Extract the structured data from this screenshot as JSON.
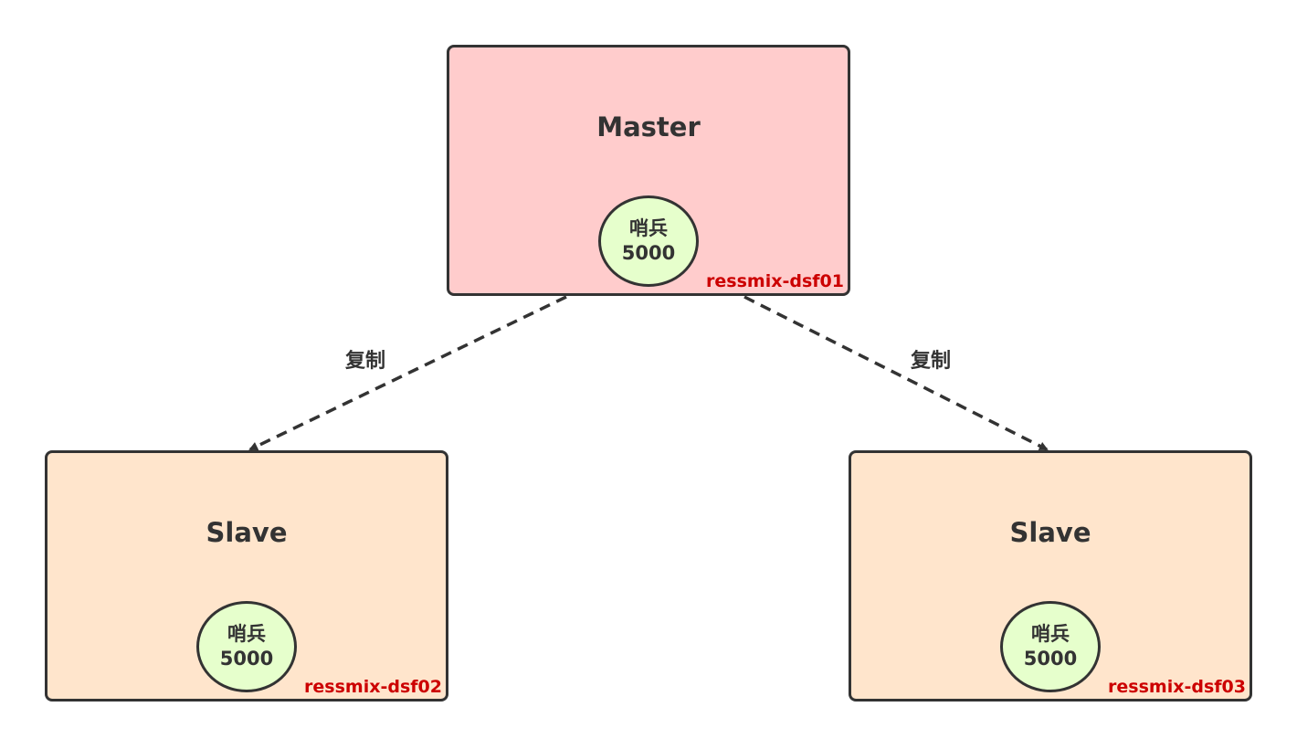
{
  "colors": {
    "master_fill": "#ffcccc",
    "slave_fill": "#ffe5cc",
    "sentinel_fill": "#e6ffcc",
    "border": "#333333",
    "host_label": "#cc0000"
  },
  "nodes": {
    "master": {
      "role": "Master",
      "sentinel_label": "哨兵",
      "sentinel_port": "5000",
      "host": "ressmix-dsf01"
    },
    "slave_left": {
      "role": "Slave",
      "sentinel_label": "哨兵",
      "sentinel_port": "5000",
      "host": "ressmix-dsf02"
    },
    "slave_right": {
      "role": "Slave",
      "sentinel_label": "哨兵",
      "sentinel_port": "5000",
      "host": "ressmix-dsf03"
    }
  },
  "edges": [
    {
      "from": "master",
      "to": "slave_left",
      "label": "复制",
      "style": "dashed",
      "arrow": "target"
    },
    {
      "from": "master",
      "to": "slave_right",
      "label": "复制",
      "style": "dashed",
      "arrow": "target"
    }
  ]
}
